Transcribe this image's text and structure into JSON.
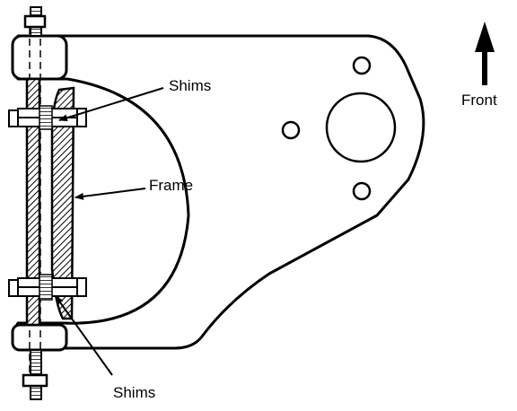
{
  "labels": {
    "shims_top": "Shims",
    "frame": "Frame",
    "shims_bottom": "Shims",
    "front": "Front"
  },
  "colors": {
    "line": "#000000",
    "background": "#ffffff"
  }
}
